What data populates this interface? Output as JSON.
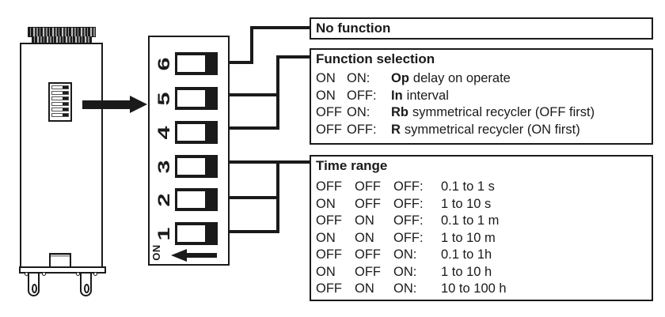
{
  "dip_panel": {
    "on_label": "ON",
    "switches": [
      {
        "label": "6"
      },
      {
        "label": "5"
      },
      {
        "label": "4"
      },
      {
        "label": "3"
      },
      {
        "label": "2"
      },
      {
        "label": "1"
      }
    ]
  },
  "boxes": {
    "no_function": {
      "title": "No function"
    },
    "function_selection": {
      "title": "Function selection",
      "rows": [
        {
          "states": [
            "ON",
            "ON:"
          ],
          "code": "Op",
          "desc": "delay on operate"
        },
        {
          "states": [
            "ON",
            "OFF:"
          ],
          "code": "In",
          "desc": "interval"
        },
        {
          "states": [
            "OFF",
            "ON:"
          ],
          "code": "Rb",
          "desc": "symmetrical recycler (OFF first)"
        },
        {
          "states": [
            "OFF",
            "OFF:"
          ],
          "code": "R",
          "desc": "symmetrical recycler (ON first)"
        }
      ]
    },
    "time_range": {
      "title": "Time range",
      "rows": [
        {
          "states": [
            "OFF",
            "OFF",
            "OFF:"
          ],
          "value": "0.1 to 1 s"
        },
        {
          "states": [
            "ON",
            "OFF",
            "OFF:"
          ],
          "value": "1 to 10 s"
        },
        {
          "states": [
            "OFF",
            "ON",
            "OFF:"
          ],
          "value": "0.1 to 1 m"
        },
        {
          "states": [
            "ON",
            "ON",
            "OFF:"
          ],
          "value": "1 to 10 m"
        },
        {
          "states": [
            "OFF",
            "OFF",
            "ON:"
          ],
          "value": "0.1 to 1h"
        },
        {
          "states": [
            "ON",
            "OFF",
            "ON:"
          ],
          "value": "1 to 10 h"
        },
        {
          "states": [
            "OFF",
            "ON",
            "ON:"
          ],
          "value": "10 to 100 h"
        }
      ]
    }
  },
  "colors": {
    "ink": "#1a1a1a",
    "background": "#ffffff",
    "grill_gray": "#9a9a9a"
  }
}
